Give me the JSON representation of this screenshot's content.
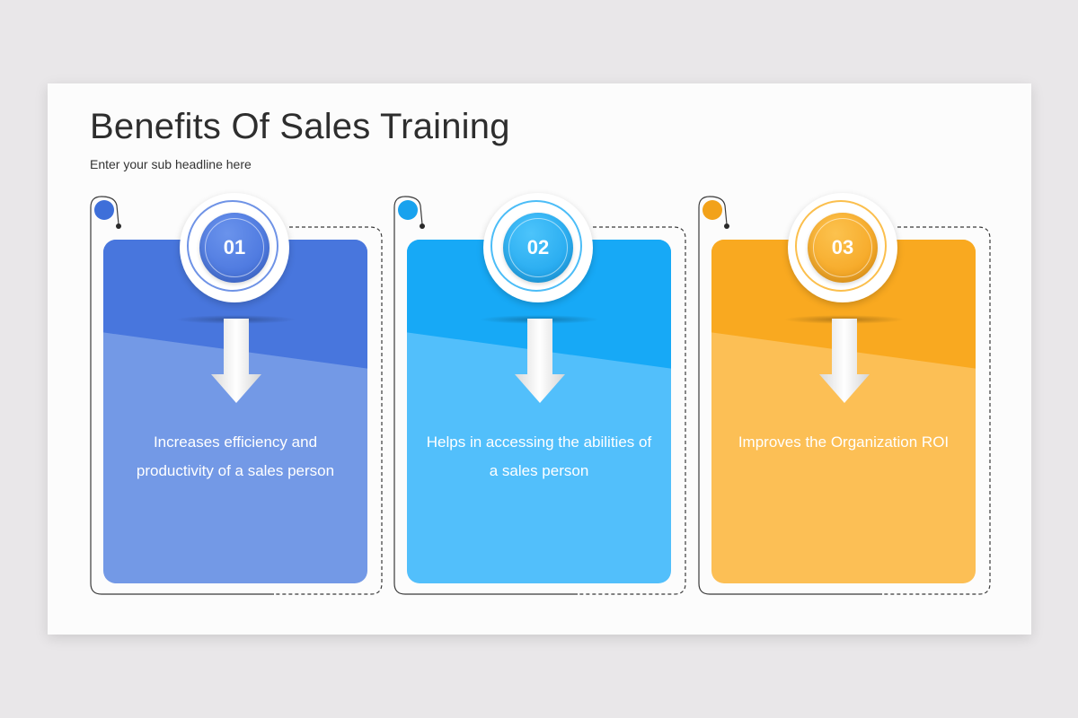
{
  "slide": {
    "title": "Benefits Of Sales Training",
    "subtitle": "Enter your sub headline here"
  },
  "cards": [
    {
      "number": "01",
      "text": "Increases efficiency and productivity of a sales person",
      "colors": {
        "top": "#4876dd",
        "bottom": "#7399e6",
        "dot": "#3e6fd9"
      }
    },
    {
      "number": "02",
      "text": "Helps in accessing the abilities of a sales person",
      "colors": {
        "top": "#17a9f6",
        "bottom": "#52bffb",
        "dot": "#18a2ee"
      }
    },
    {
      "number": "03",
      "text": "Improves the Organization ROI",
      "colors": {
        "top": "#f9a920",
        "bottom": "#fcbf55",
        "dot": "#f2a21a"
      }
    }
  ],
  "icons": [
    "arrow-down-icon",
    "connector-dot-icon"
  ]
}
